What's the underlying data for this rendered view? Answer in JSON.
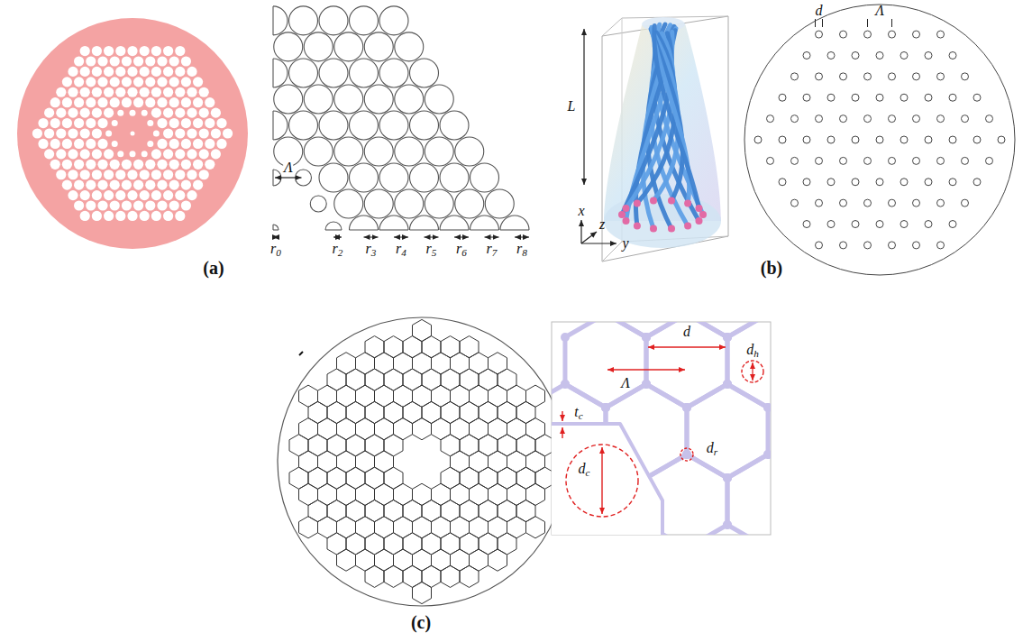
{
  "diagram": {
    "labels": [
      "(a)",
      "Λ",
      "r0",
      "r2",
      "r3",
      "r4",
      "r5",
      "r6",
      "r7",
      "r8",
      "(b)",
      "L",
      "x",
      "z",
      "y",
      "d",
      "Λ",
      "(c)",
      "d",
      "Λ",
      "tc",
      "dc",
      "dh",
      "dr"
    ]
  }
}
